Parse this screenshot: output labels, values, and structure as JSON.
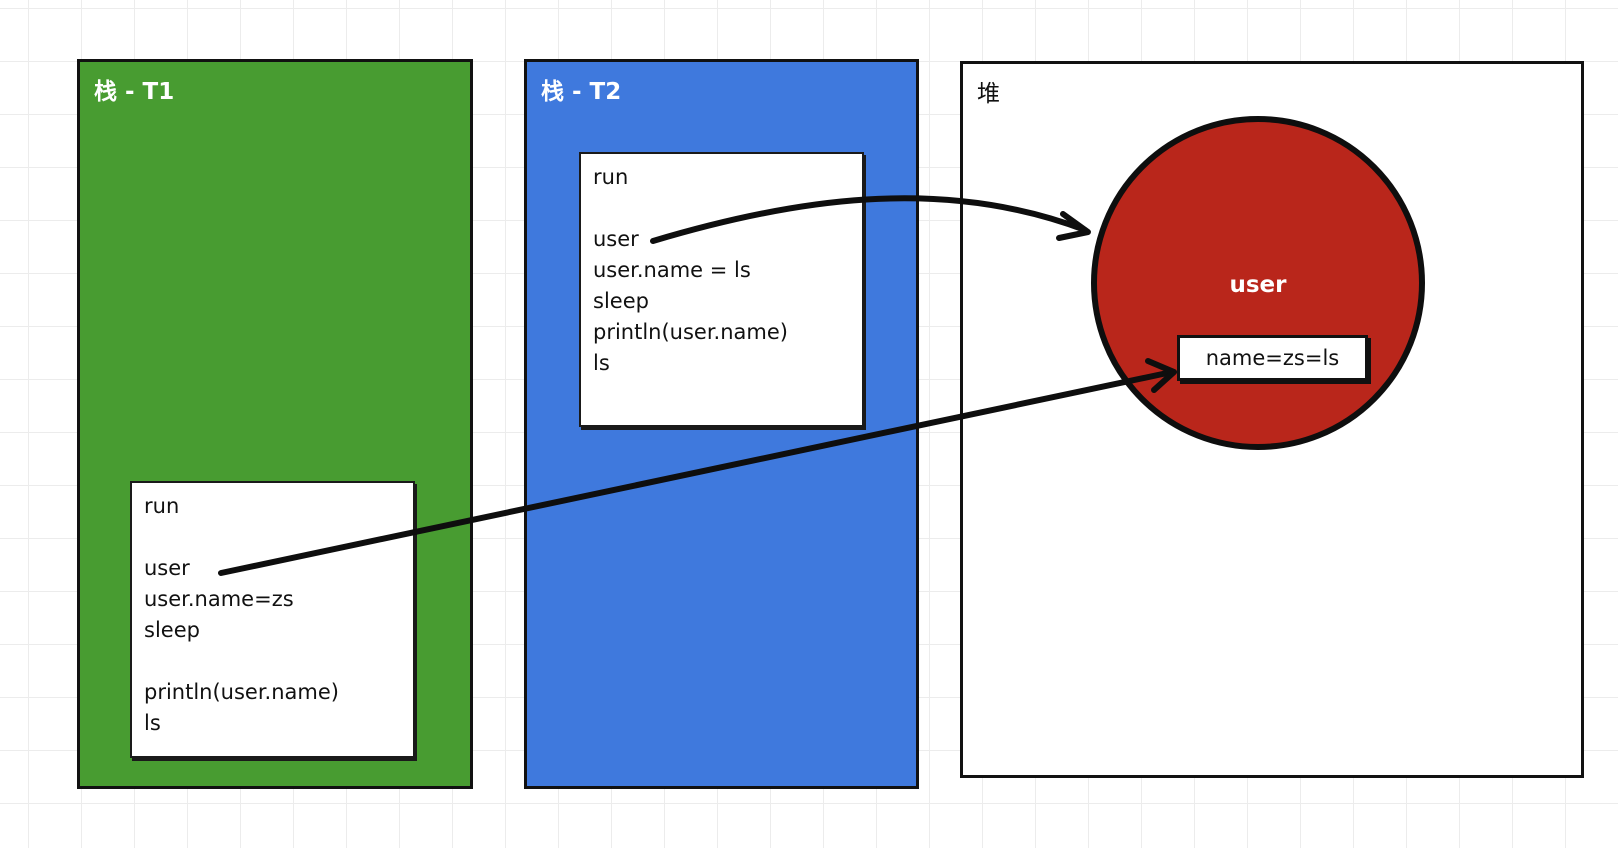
{
  "stack_t1": {
    "title": "栈 - T1",
    "frame_lines": [
      "run",
      "",
      "user",
      "user.name=zs",
      "sleep",
      "",
      "println(user.name)",
      "ls"
    ]
  },
  "stack_t2": {
    "title": "栈 - T2",
    "frame_lines": [
      "run",
      "",
      "user",
      "user.name = ls",
      "sleep",
      "println(user.name)",
      "ls"
    ]
  },
  "heap": {
    "title": "堆",
    "object_label": "user",
    "field": "name=zs=ls"
  },
  "colors": {
    "stack_t1": "#489c31",
    "stack_t2": "#3f79dd",
    "heap_object": "#b9261b"
  }
}
